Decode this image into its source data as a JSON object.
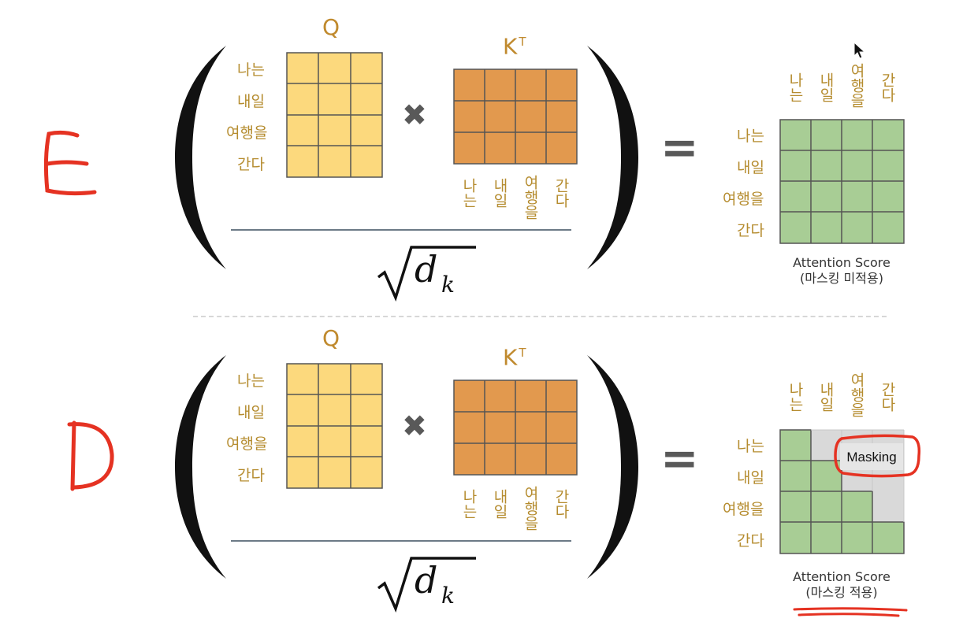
{
  "top": {
    "letter": "E",
    "q_title": "Q",
    "kt_title_base": "K",
    "kt_title_sup": "T",
    "q_labels": [
      "나는",
      "내일",
      "여행을",
      "간다"
    ],
    "kt_labels": [
      "나는",
      "내일",
      "여행을",
      "간다"
    ],
    "score_col_labels": [
      "나는",
      "내일",
      "여행을",
      "간다"
    ],
    "score_row_labels": [
      "나는",
      "내일",
      "여행을",
      "간다"
    ],
    "times_symbol": "✖",
    "equals_symbol": "=",
    "denominator_base": "d",
    "denominator_sub": "k",
    "score_caption_line1": "Attention Score",
    "score_caption_line2": "(마스킹 미적용)",
    "masking_label": ""
  },
  "bottom": {
    "letter": "D",
    "q_title": "Q",
    "kt_title_base": "K",
    "kt_title_sup": "T",
    "q_labels": [
      "나는",
      "내일",
      "여행을",
      "간다"
    ],
    "kt_labels": [
      "나는",
      "내일",
      "여행을",
      "간다"
    ],
    "score_col_labels": [
      "나는",
      "내일",
      "여행을",
      "간다"
    ],
    "score_row_labels": [
      "나는",
      "내일",
      "여행을",
      "간다"
    ],
    "times_symbol": "✖",
    "equals_symbol": "=",
    "denominator_base": "d",
    "denominator_sub": "k",
    "score_caption_line1": "Attention Score",
    "score_caption_line2": "(마스킹 적용)",
    "masking_label": "Masking"
  },
  "colors": {
    "q_fill": "#fcd97d",
    "kt_fill": "#e2994e",
    "score_fill": "#a8cd95",
    "mask_fill": "#d9d9d9",
    "grid_line": "#555555",
    "label_text": "#b58c2f",
    "annotation_red": "#e53222",
    "operator_gray": "#595959"
  }
}
